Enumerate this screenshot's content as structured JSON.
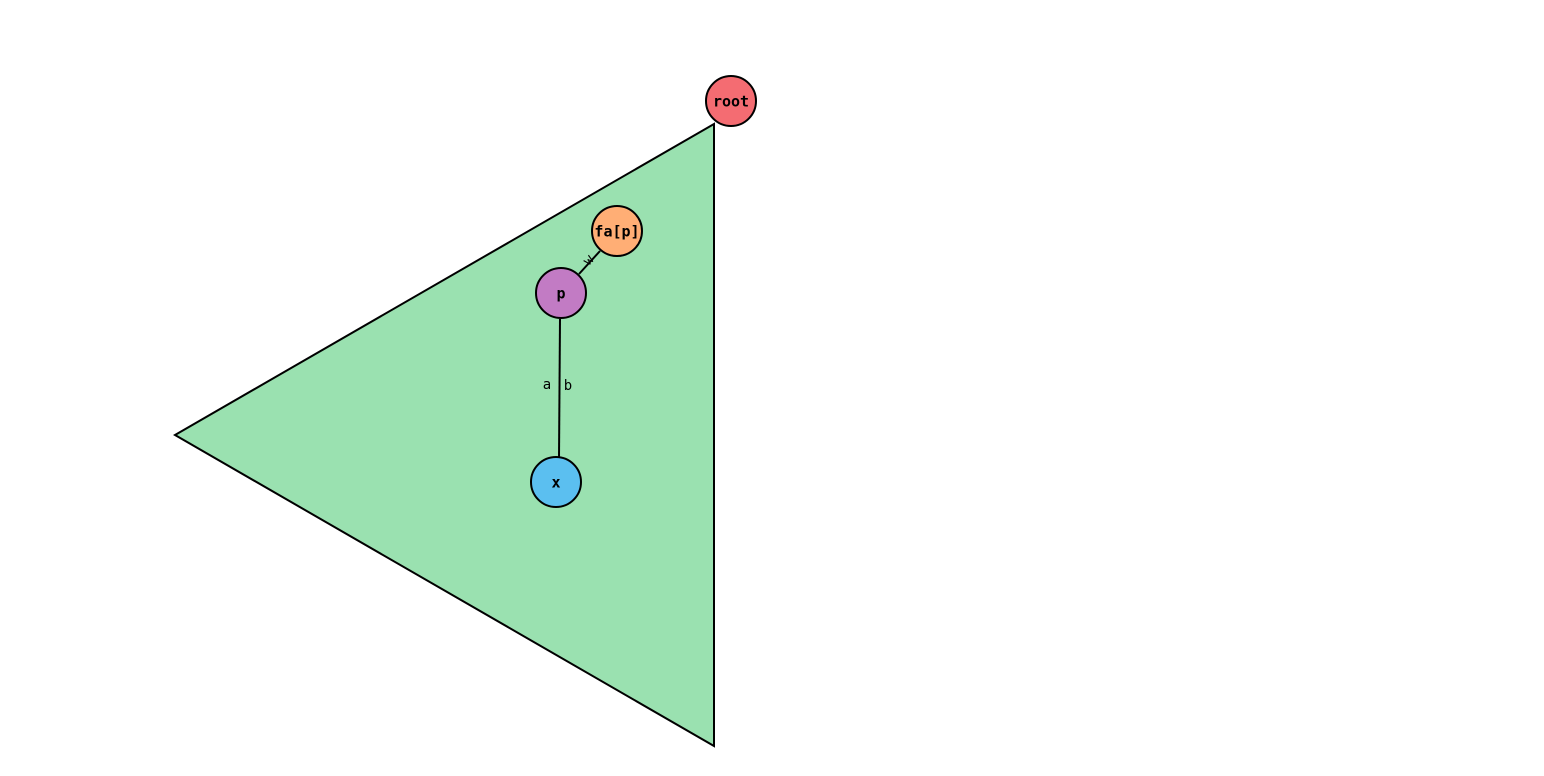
{
  "colors": {
    "subtree_fill": "#9ae1b0",
    "stroke": "#000000",
    "root": "#f46c72",
    "fa_p": "#ffae75",
    "p": "#c27bc4",
    "x": "#5bbff0"
  },
  "nodes": {
    "root": {
      "label": "root"
    },
    "fa_p": {
      "label": "fa[p]"
    },
    "p": {
      "label": "p"
    },
    "x": {
      "label": "x"
    }
  },
  "edges": {
    "p_fa": {
      "label": "w"
    },
    "p_x": {
      "label_left": "a",
      "label_right": "b"
    }
  }
}
